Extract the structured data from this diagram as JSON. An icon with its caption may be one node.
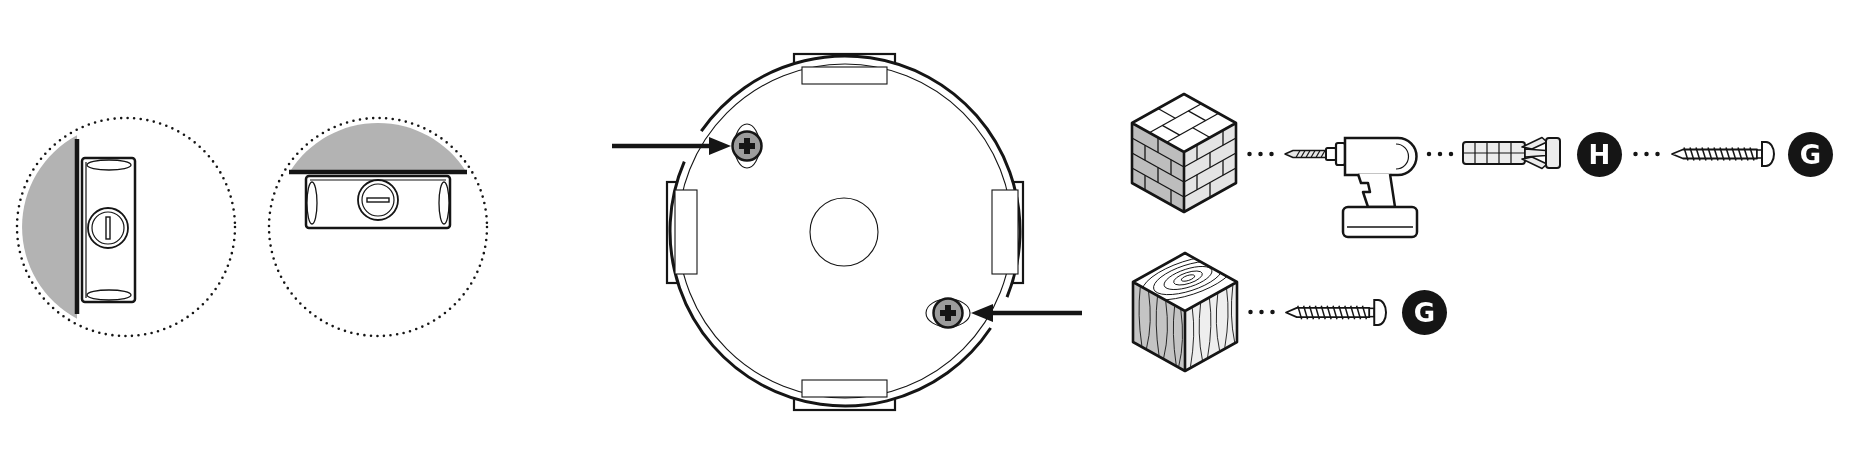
{
  "diagram": {
    "nodes": [
      {
        "text": [],
        "shape": "picture"
      },
      {
        "text": [],
        "shape": "picture"
      },
      {
        "text": [],
        "shape": "picture"
      },
      {
        "text": [],
        "shape": "picture"
      },
      {
        "text": [
          "H"
        ]
      },
      {
        "text": [],
        "shape": "picture"
      },
      {
        "text": [
          "G"
        ]
      },
      {
        "text": [],
        "shape": "picture"
      },
      {
        "text": [],
        "shape": "picture"
      },
      {
        "text": [],
        "shape": "picture"
      },
      {
        "text": [
          "G"
        ]
      }
    ],
    "edges": [
      {
        "from": null,
        "to": 0,
        "arrow": "to"
      },
      {
        "from": 1,
        "to": 2,
        "arrow": "none",
        "style": "dashed"
      },
      {
        "from": 2,
        "to": 3,
        "arrow": "none",
        "style": "dashed"
      },
      {
        "from": 4,
        "to": 5,
        "arrow": "none",
        "style": "dashed"
      },
      {
        "from": null,
        "to": 7,
        "arrow": "to"
      },
      {
        "from": 8,
        "to": 9,
        "arrow": "none",
        "style": "dashed"
      }
    ]
  }
}
